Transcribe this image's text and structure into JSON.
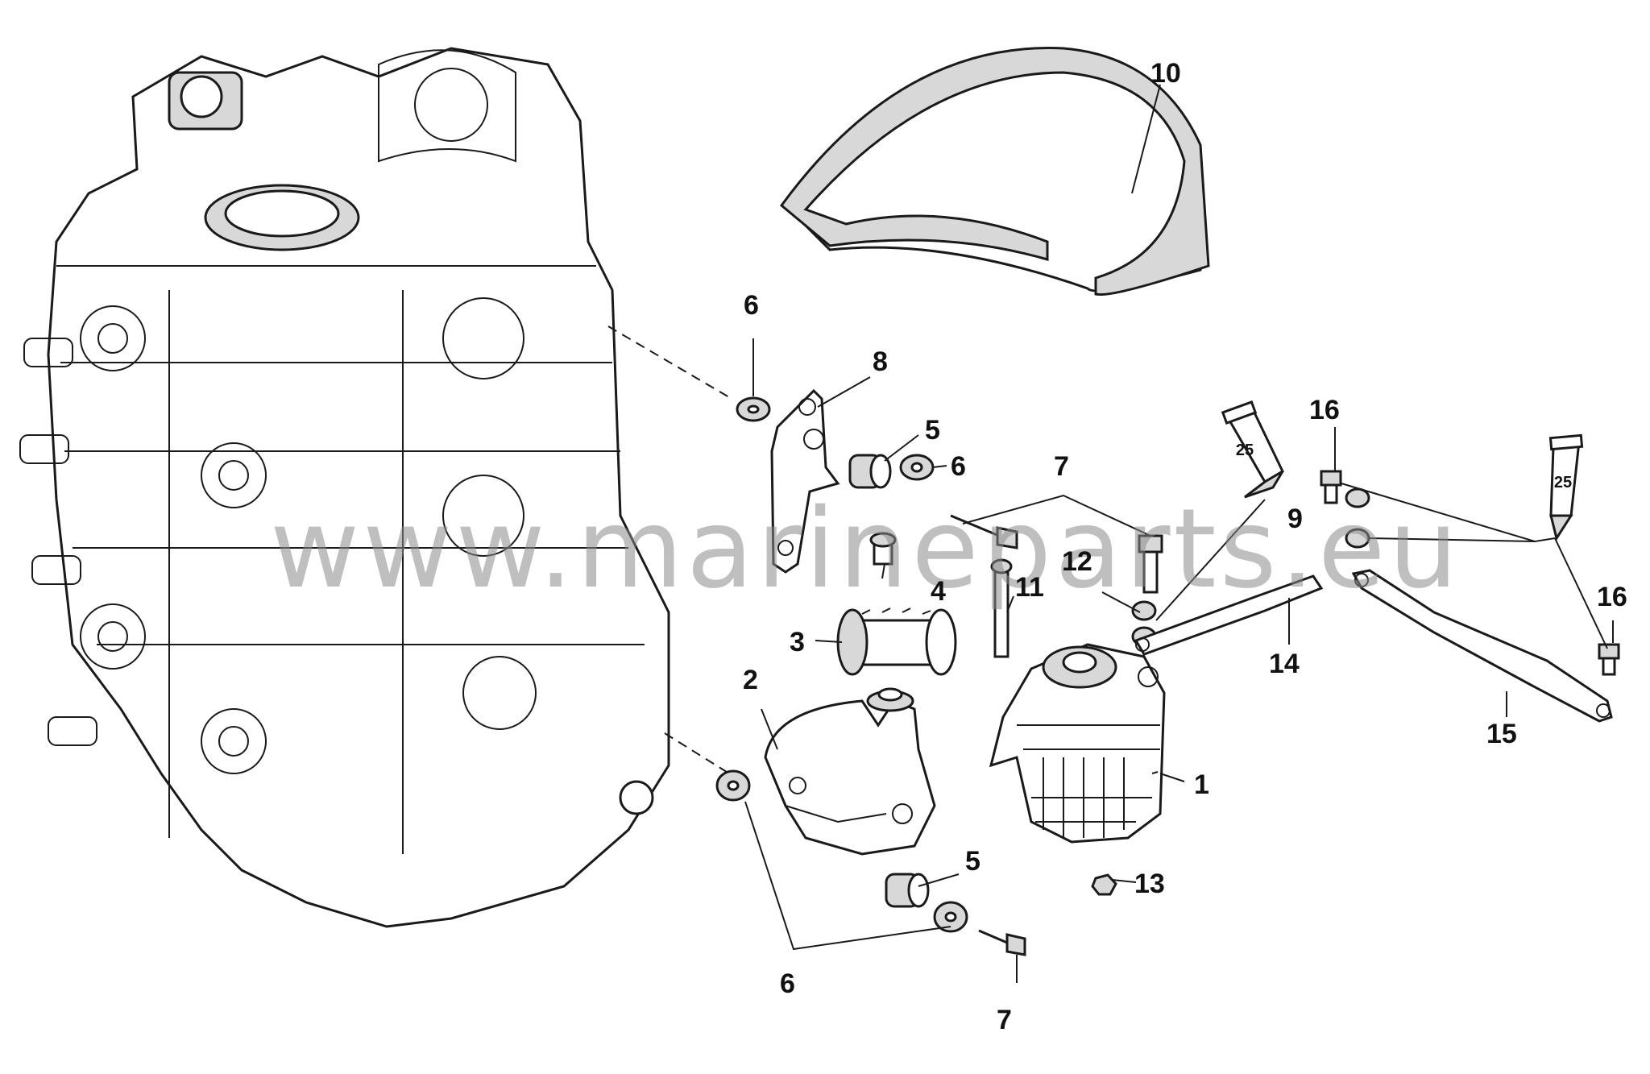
{
  "callouts": {
    "c1": "1",
    "c2": "2",
    "c3": "3",
    "c4": "4",
    "c5a": "5",
    "c5b": "5",
    "c6a": "6",
    "c6b": "6",
    "c6c": "6",
    "c7a": "7",
    "c7b": "7",
    "c8": "8",
    "c9": "9",
    "c10": "10",
    "c11": "11",
    "c12": "12",
    "c13": "13",
    "c14": "14",
    "c15": "15",
    "c16a": "16",
    "c16b": "16"
  },
  "lubricant_tubes": {
    "left": "25",
    "right": "25"
  },
  "watermark": "www.marineparts.eu",
  "colors": {
    "line": "#1a1a1a",
    "background": "#ffffff",
    "watermark": "#8a8a8a"
  }
}
